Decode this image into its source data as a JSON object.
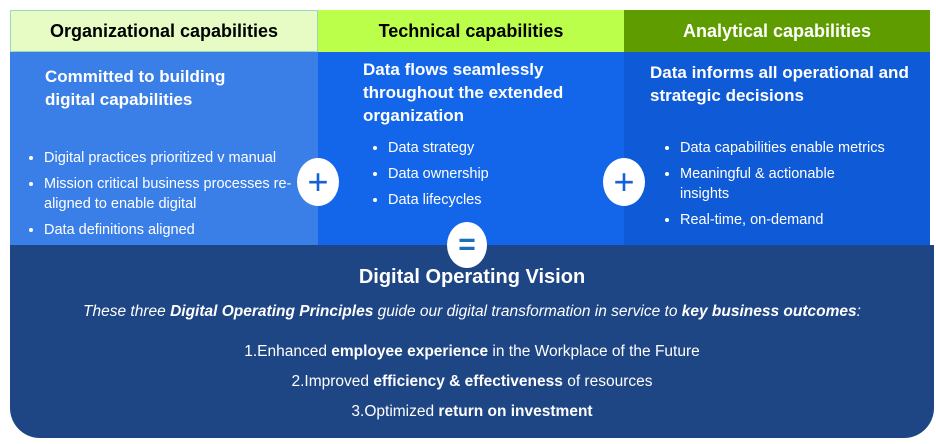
{
  "headers": [
    "Organizational capabilities",
    "Technical capabilities",
    "Analytical capabilities"
  ],
  "columns": [
    {
      "heading": "Committed to building digital capabilities",
      "bullets": [
        "Digital practices prioritized v manual",
        "Mission critical business processes re-aligned to enable digital",
        "Data definitions aligned"
      ]
    },
    {
      "heading": "Data flows seamlessly throughout the extended organization",
      "bullets": [
        "Data strategy",
        "Data ownership",
        "Data lifecycles"
      ]
    },
    {
      "heading": "Data informs all operational and strategic decisions",
      "bullets": [
        "Data capabilities enable metrics",
        "Meaningful & actionable insights",
        "Real-time, on-demand"
      ]
    }
  ],
  "operators": {
    "plus": "+",
    "equals": "="
  },
  "vision": {
    "title": "Digital Operating Vision",
    "subtitle": {
      "a": "These three ",
      "b": "Digital Operating Principles",
      "c": " guide our digital transformation in service to ",
      "d": "key business outcomes",
      "e": ":"
    },
    "outcomes": [
      {
        "a": "1.Enhanced ",
        "b": "employee experience",
        "c": " in the Workplace of the Future"
      },
      {
        "a": "2.Improved ",
        "b": "efficiency & effectiveness",
        "c": " of resources"
      },
      {
        "a": "3.Optimized ",
        "b": "return on investment",
        "c": ""
      }
    ]
  },
  "colors": {
    "h1": "#e6fcc4",
    "h2": "#bbff4a",
    "h3": "#5f9c00",
    "c1": "#3a7ee8",
    "c2": "#1366ea",
    "c3": "#0f5ad6",
    "bottom": "#1e4584"
  }
}
